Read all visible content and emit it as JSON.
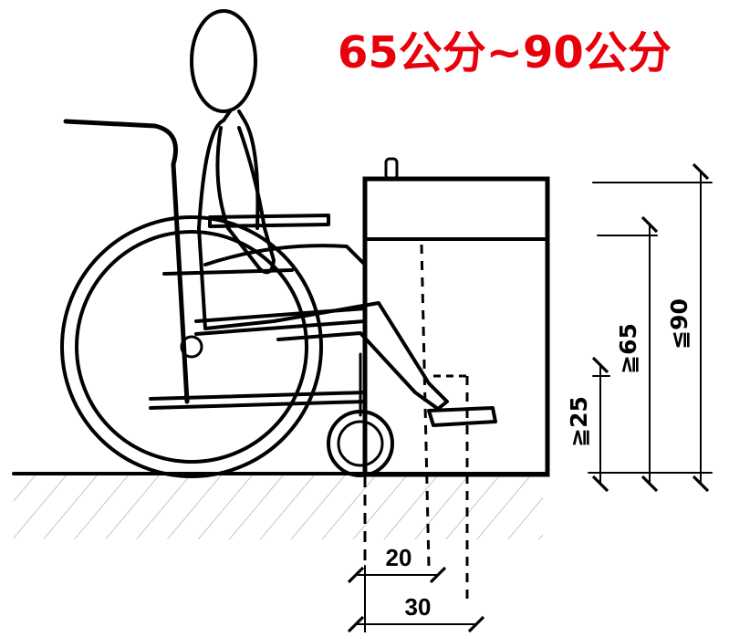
{
  "title": "65公分~90公分",
  "title_color": "#e8000b",
  "dimensions": {
    "min_clearance": "≧25",
    "min_height": "≧65",
    "max_height": "≦90",
    "knee_depth": "20",
    "toe_depth": "30"
  }
}
